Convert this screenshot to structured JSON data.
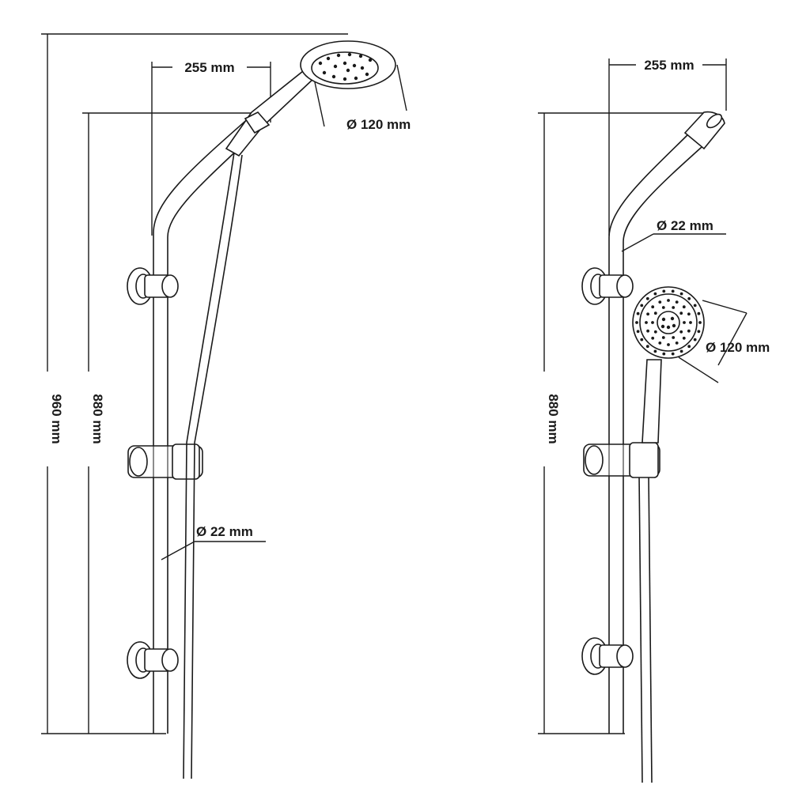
{
  "left_view": {
    "dim_width": "255 mm",
    "dim_head_diameter": "Ø 120 mm",
    "dim_rail_diameter": "Ø 22 mm",
    "dim_total_height": "960 mm",
    "dim_rail_height": "880 mm"
  },
  "right_view": {
    "dim_width": "255 mm",
    "dim_rail_diameter": "Ø 22 mm",
    "dim_head_diameter": "Ø 120 mm",
    "dim_rail_height": "880 mm"
  }
}
